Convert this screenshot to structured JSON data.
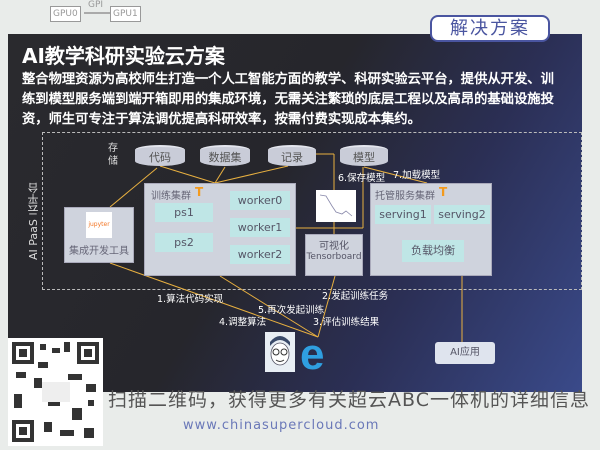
{
  "top_fragment": {
    "gpu0": "GPU0",
    "gpu1": "GPU1",
    "link": "GPI"
  },
  "section_tab": "解决方案",
  "title": "AI教学科研实验云方案",
  "description": "整合物理资源为高校师生打造一个人工智能方面的教学、科研实验云平台，提供从开发、训练到模型服务端到端开箱即用的集成环境，无需关注繁琐的底层工程以及高昂的基础设施投资，师生可专注于算法调优提高科研效率，按需付费实现成本集约。",
  "diagram": {
    "platform_label": "AI PaaS 云平台",
    "storage_label": "存储",
    "storage": [
      "代码",
      "数据集",
      "记录",
      "模型"
    ],
    "ide": {
      "logo": "jupyter",
      "label": "集成开发工具"
    },
    "training_cluster": {
      "title": "训练集群",
      "ps": [
        "ps1",
        "ps2"
      ],
      "workers": [
        "worker0",
        "worker1",
        "worker2"
      ]
    },
    "visualization": {
      "title": "可视化",
      "name": "Tensorboard"
    },
    "serving_cluster": {
      "title": "托管服务集群",
      "servings": [
        "serving1",
        "serving2"
      ],
      "load_balancer": "负载均衡"
    },
    "steps": {
      "s1": "1.算法代码实现",
      "s2": "2.发起训练任务",
      "s3": "3.评估训练结果",
      "s4": "4.调整算法",
      "s5": "5.再次发起训练",
      "s6": "6.保存模型",
      "s7": "7.加载模型"
    },
    "ai_app": "AI应用"
  },
  "footer": {
    "cta": "扫描二维码，获得更多有关超云ABC一体机的详细信息",
    "url": "www.chinasupercloud.com"
  }
}
